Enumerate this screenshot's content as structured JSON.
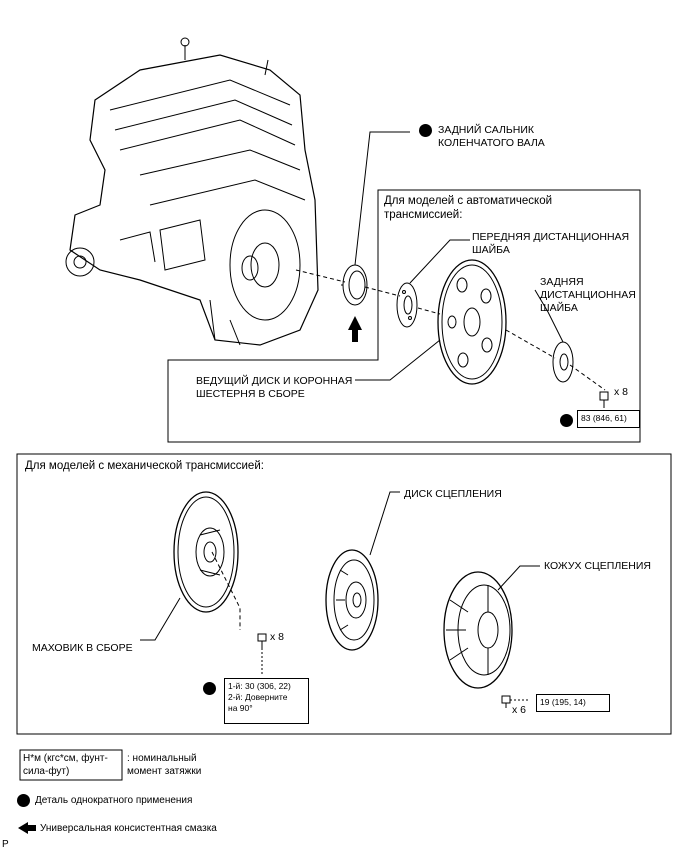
{
  "labels": {
    "rear_oil_seal": "ЗАДНИЙ САЛЬНИК\nКОЛЕНЧАТОГО ВАЛА",
    "auto_title": "Для моделей с автоматической\nтрансмиссией:",
    "front_spacer": "ПЕРЕДНЯЯ ДИСТАНЦИОННАЯ\nШАЙБА",
    "rear_spacer": "ЗАДНЯЯ\nДИСТАНЦИОННАЯ\nШАЙБА",
    "drive_plate": "ВЕДУЩИЙ ДИСК И КОРОННАЯ\nШЕСТЕРНЯ В СБОРЕ",
    "auto_bolt_qty": "x 8",
    "manual_title": "Для моделей с механической трансмиссией:",
    "clutch_disc": "ДИСК СЦЕПЛЕНИЯ",
    "clutch_cover": "КОЖУХ СЦЕПЛЕНИЯ",
    "flywheel": "МАХОВИК В СБОРЕ",
    "flywheel_bolt_qty": "x 8",
    "cover_bolt_qty": "x 6",
    "page_marker": "P"
  },
  "torque": {
    "drive_plate": "83 (846, 61)",
    "flywheel": "1-й: 30 (306, 22)\n2-й: Доверните\nна 90°",
    "clutch_cover": "19 (195, 14)"
  },
  "legend": {
    "unit_box": "Н*м (кгс*см, фунт-\nсила-фут)",
    "unit_desc": ": номинальный\nмомент затяжки",
    "non_reusable": "Деталь однократного применения",
    "grease": "Универсальная консистентная смазка"
  },
  "icons": [
    "non-reusable-part-icon",
    "grease-arrow-icon"
  ],
  "colors": {
    "line": "#000000",
    "background": "#ffffff"
  }
}
